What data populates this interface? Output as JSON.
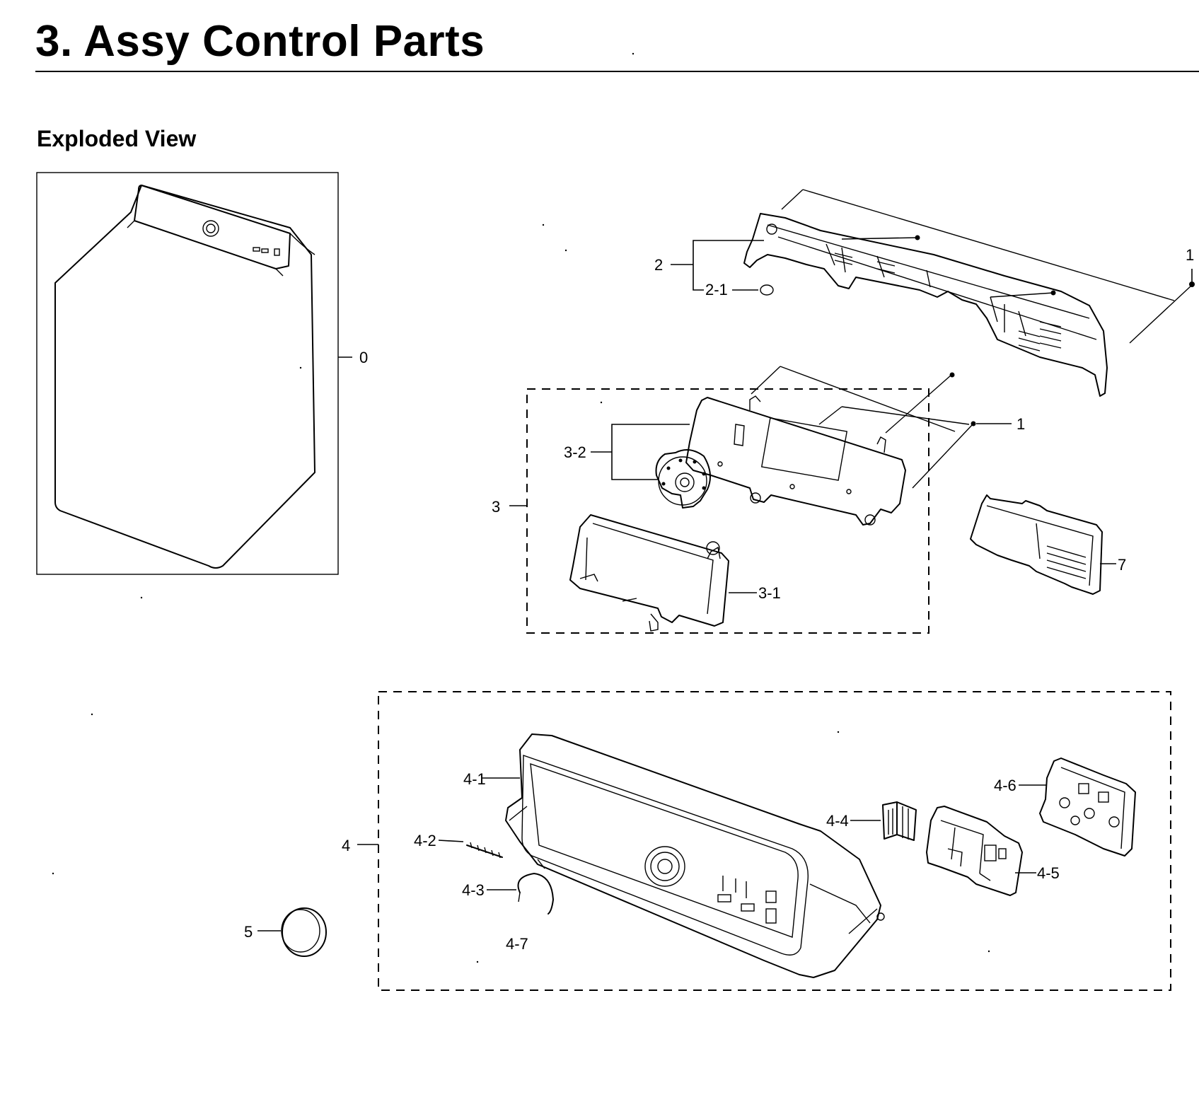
{
  "page": {
    "title": "3.  Assy Control Parts",
    "section_heading": "Exploded View"
  },
  "callouts": {
    "p0": "0",
    "p1a": "1",
    "p1b": "1",
    "p2": "2",
    "p2_1": "2-1",
    "p3": "3",
    "p3_1": "3-1",
    "p3_2": "3-2",
    "p4": "4",
    "p4_1": "4-1",
    "p4_2": "4-2",
    "p4_3": "4-3",
    "p4_4": "4-4",
    "p4_5": "4-5",
    "p4_6": "4-6",
    "p4_7": "4-7",
    "p5": "5",
    "p7": "7"
  }
}
